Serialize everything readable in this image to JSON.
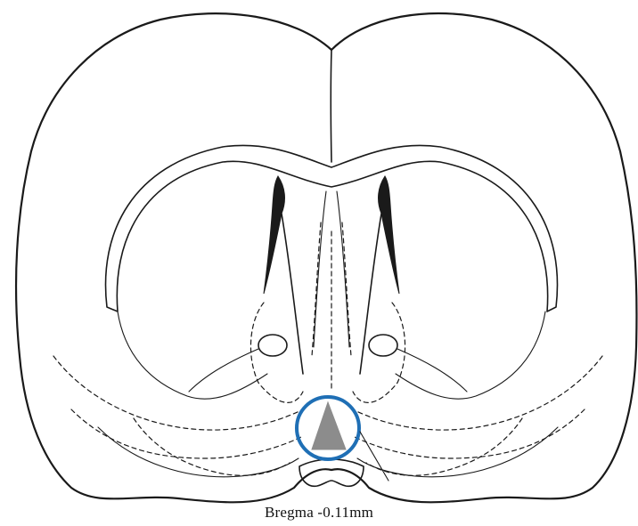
{
  "caption": "Bregma -0.11mm",
  "colors": {
    "outline": "#1a1a1a",
    "highlight_region": "#8c8c8c",
    "marker_circle": "#1f6fb5",
    "background": "#ffffff"
  },
  "highlight": {
    "shape": "triangle",
    "marker": "circle"
  }
}
